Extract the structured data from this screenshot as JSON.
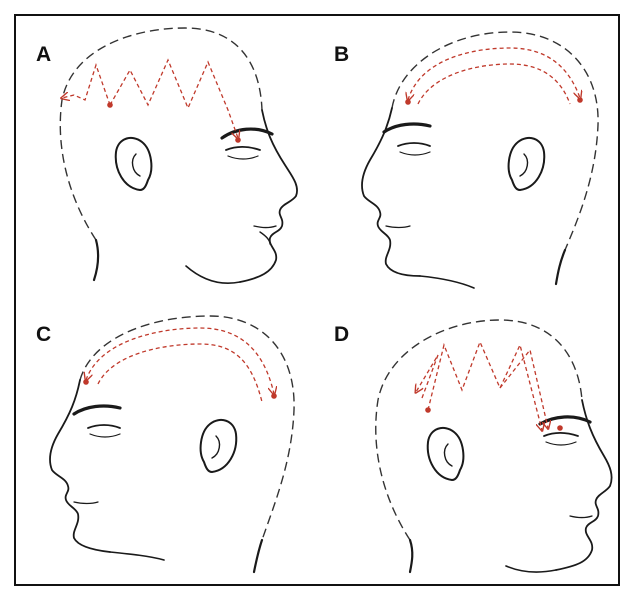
{
  "panels": [
    {
      "id": "A",
      "label": "A"
    },
    {
      "id": "B",
      "label": "B"
    },
    {
      "id": "C",
      "label": "C"
    },
    {
      "id": "D",
      "label": "D"
    }
  ],
  "colors": {
    "path": "#c0392b",
    "ink": "#1a1a1a",
    "frame": "#111111"
  },
  "icons": {
    "head": "head-profile-icon",
    "ear": "ear-icon",
    "eye": "eye-icon",
    "arrow": "arrow-icon"
  }
}
